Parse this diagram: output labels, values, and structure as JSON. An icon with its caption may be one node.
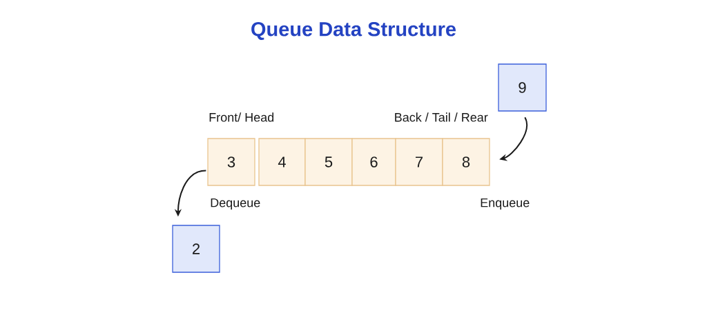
{
  "diagram": {
    "title": "Queue Data Structure",
    "nodes": [
      {
        "text": [
          "3"
        ],
        "beside": [
          "Front/ Head"
        ]
      },
      {
        "text": [
          "4"
        ]
      },
      {
        "text": [
          "5"
        ]
      },
      {
        "text": [
          "6"
        ]
      },
      {
        "text": [
          "7"
        ]
      },
      {
        "text": [
          "8"
        ],
        "beside": [
          "Back / Tail / Rear"
        ]
      },
      {
        "text": [
          "9"
        ]
      },
      {
        "text": [
          "2"
        ]
      }
    ],
    "edges": [
      {
        "from": 0,
        "to": 7,
        "arrow": "to",
        "label": "Dequeue"
      },
      {
        "from": 6,
        "to": 5,
        "arrow": "to",
        "label": "Enqueue"
      }
    ]
  }
}
